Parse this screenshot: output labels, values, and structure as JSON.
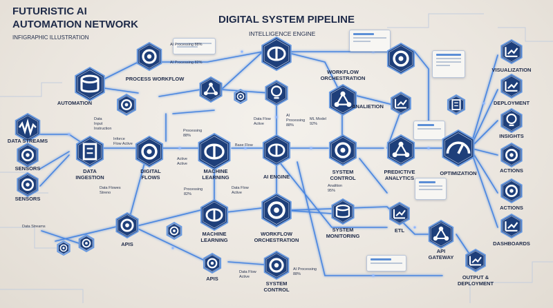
{
  "header": {
    "title_line1": "FUTURISTIC AI",
    "title_line2": "AUTOMATION NETWORK",
    "subtitle": "INFIGRAPHIC ILLUSTRATION",
    "center_title": "DIGITAL SYSTEM PIPELINE",
    "center_subtitle": "INTELLIGENCE ENGINE"
  },
  "colors": {
    "node": "#1e3f7a",
    "node_edge": "#6b9be0",
    "wire": "#4a86e0",
    "text": "#1e2a48"
  },
  "nodes": {
    "data_streams": "DATA STREAMS",
    "sensors": "SENSORS",
    "sensors2": "SENSORS",
    "automation": "AUTOMATION",
    "process_workflow": "PROCESS WORKFLOW",
    "data_ingestion": "DATA\nINGESTION",
    "digital_flows": "DIGITAL\nFLOWS",
    "machine_learning": "MACHINE\nLEARNING",
    "ai_engine": "AI ENGINE",
    "workflow_orch_top": "WORKFLOW\nORCHESTRATION",
    "system_control": "SYSTEM\nCONTROL",
    "predictive": "PREDICTIVE\nANALYTICS",
    "optimization": "OPTIMIZATION",
    "analiation": "ANALIETION",
    "visualization": "VISUALIZATION",
    "deployment": "DEPLOYMENT",
    "insights": "INSIGHTS",
    "actions": "ACTIONS",
    "actions2": "ACTIONS",
    "dashboards": "DASHBOARDS",
    "apis": "APIs",
    "machine_learning2": "MACHINE\nLEARNING",
    "workflow_orch_bottom": "WORKFLOW\nORCHESTRATION",
    "system_monitoring": "SYSTEM\nMONITORING",
    "etl": "ETL",
    "api_gateway": "API\nGATEWAY",
    "output": "OUTPUT &\nDEPLOYMENT",
    "apis2": "APIs",
    "system_control2": "SYSTEM\nCONTROL"
  },
  "annotations": {
    "ai_proc_88": "AI Processing 88%",
    "ai_proc_82": "AI Processing 82%",
    "data_input": "Data\nInput\nInstruction",
    "inforce_flow": "Inforce\nFlow Active",
    "processing_88": "Processing\n88%",
    "data_flow_active": "Data Flow\nActive",
    "ai_processing_88_v": "AI\nProcessing\n88%",
    "ml_model": "ML Model\n92%",
    "base_flow": "Base Flow",
    "active_active": "Active\nActive",
    "data_flowes": "Data Flowes\nStreno",
    "processing_82": "Processing\n82%",
    "data_flow_active2": "Data Flow\nActive",
    "analition_95": "Analition\n95%",
    "data_streams_small": "Data Streams",
    "data_flow_active3": "Data Flow\nActive",
    "ai_proc_88_b": "AI Processing\n88%"
  }
}
